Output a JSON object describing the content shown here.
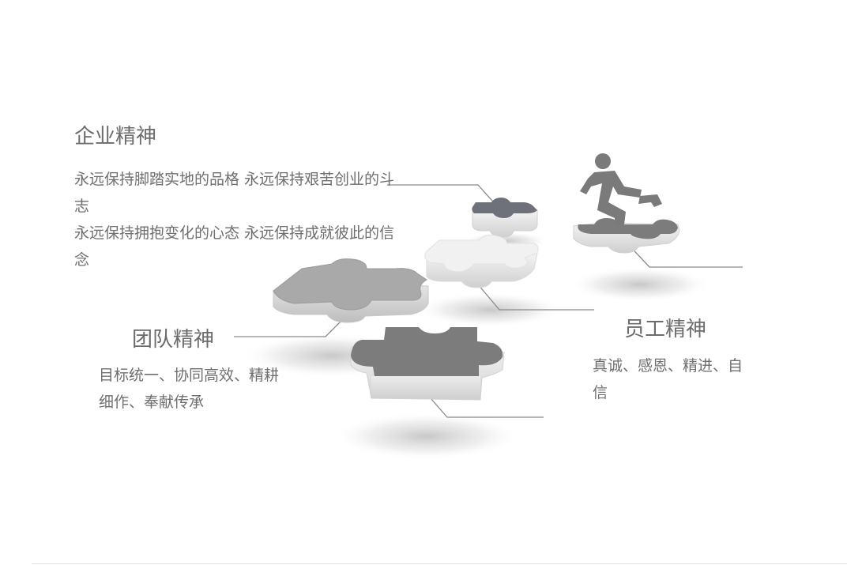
{
  "sections": {
    "enterprise": {
      "title": "企业精神",
      "lines": [
        "永远保持脚踏实地的品格 永远保持艰苦创业的斗志",
        "永远保持拥抱变化的心态 永远保持成就彼此的信念"
      ]
    },
    "team": {
      "title": "团队精神",
      "lines": [
        "目标统一、协同高效、精耕细作、奉献传承"
      ]
    },
    "employee": {
      "title": "员工精神",
      "lines": [
        "真诚、感恩、精进、自信"
      ]
    }
  },
  "icons": {
    "runner": "running-person-icon",
    "pieces": [
      "puzzle-piece-icon"
    ]
  },
  "colors": {
    "text": "#6b6b6b",
    "dark_piece": "#7c7c7c",
    "mid_piece": "#a9a9a9",
    "light_piece": "#efefef",
    "connector": "#8a8a8a"
  }
}
